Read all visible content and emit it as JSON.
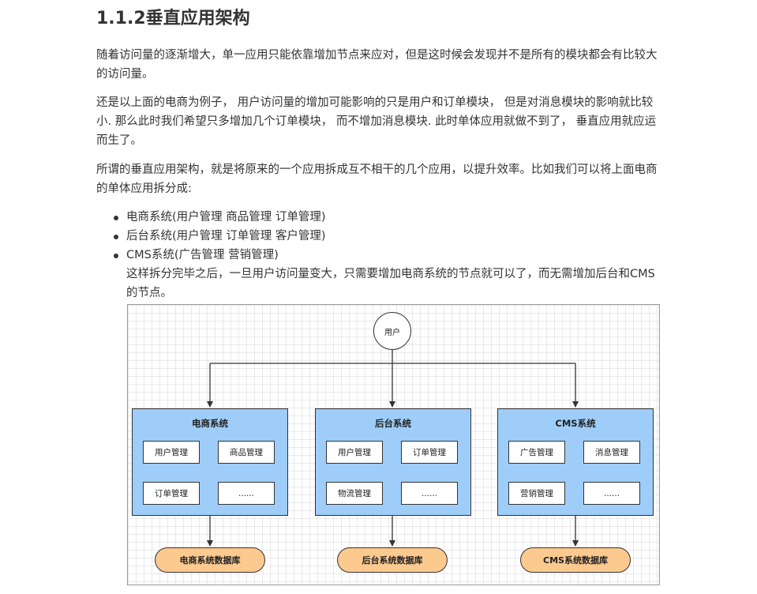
{
  "heading": "1.1.2垂直应用架构",
  "paragraphs": {
    "p1": "随着访问量的逐渐增大，单一应用只能依靠增加节点来应对，但是这时候会发现并不是所有的模块都会有比较大的访问量。",
    "p2": "还是以上面的电商为例子， 用户访问量的增加可能影响的只是用户和订单模块， 但是对消息模块的影响就比较小. 那么此时我们希望只多增加几个订单模块， 而不增加消息模块. 此时单体应用就做不到了， 垂直应用就应运而生了。",
    "p3": "所谓的垂直应用架构，就是将原来的一个应用拆成互不相干的几个应用，以提升效率。比如我们可以将上面电商的单体应用拆分成:"
  },
  "bullets": [
    "电商系统(用户管理 商品管理 订单管理)",
    "后台系统(用户管理 订单管理 客户管理)",
    "CMS系统(广告管理 营销管理)"
  ],
  "bullet_note": "这样拆分完毕之后，一旦用户访问量变大，只需要增加电商系统的节点就可以了，而无需增加后台和CMS的节点。",
  "diagram": {
    "user_label": "用户",
    "systems": [
      {
        "title": "电商系统",
        "modules": [
          "用户管理",
          "商品管理",
          "订单管理",
          "......"
        ],
        "database": "电商系统数据库"
      },
      {
        "title": "后台系统",
        "modules": [
          "用户管理",
          "订单管理",
          "物流管理",
          "......"
        ],
        "database": "后台系统数据库"
      },
      {
        "title": "CMS系统",
        "modules": [
          "广告管理",
          "消息管理",
          "营销管理",
          "......"
        ],
        "database": "CMS系统数据库"
      }
    ],
    "colors": {
      "system_fill": "#9fcdf9",
      "database_fill": "#fcc98f",
      "line": "#333333"
    }
  }
}
